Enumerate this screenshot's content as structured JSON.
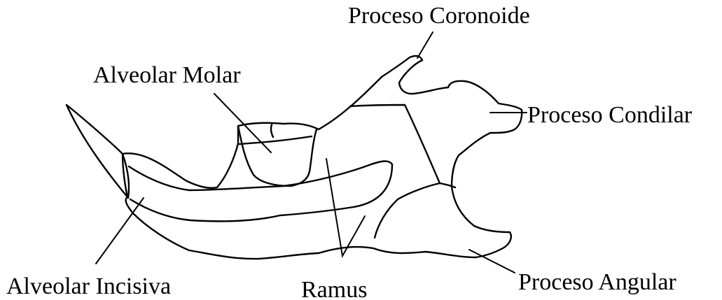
{
  "labels": {
    "coronoid": "Proceso Coronoide",
    "molar": "Alveolar Molar",
    "condilar": "Proceso Condilar",
    "incisiva": "Alveolar Incisiva",
    "ramus": "Ramus",
    "angular": "Proceso Angular"
  }
}
